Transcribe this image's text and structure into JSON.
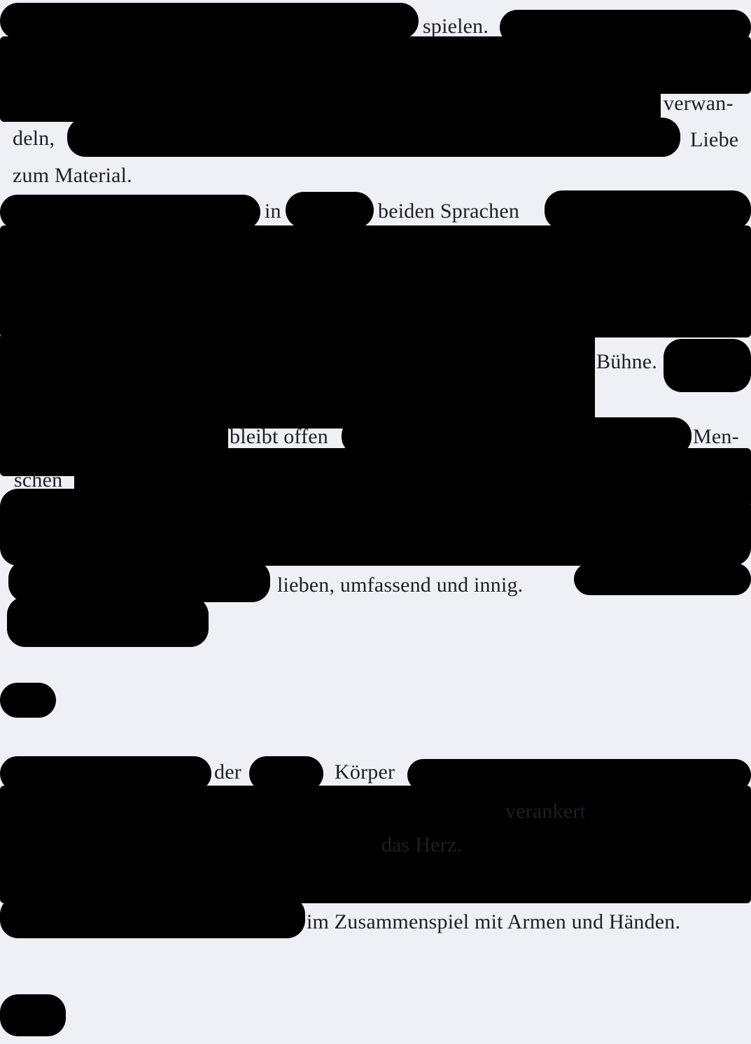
{
  "poem": {
    "w1": "spielen.",
    "w2": "verwan-",
    "w3": "deln,",
    "w4": "Liebe",
    "w5": "zum Material.",
    "w6": "in",
    "w7": "beiden Sprachen",
    "w8": "Bühne.",
    "w9": "bleibt offen",
    "w10": "Men-",
    "w11": "schen",
    "w12": "lieben, umfassend und innig.",
    "w13": "der",
    "w14": "Körper",
    "w15": "verankert",
    "w16": "das Herz.",
    "w17": "im Zusammenspiel mit Armen und Händen."
  },
  "colors": {
    "paper": "#eef0f6",
    "ink": "#000000",
    "text": "#1e1e26"
  }
}
